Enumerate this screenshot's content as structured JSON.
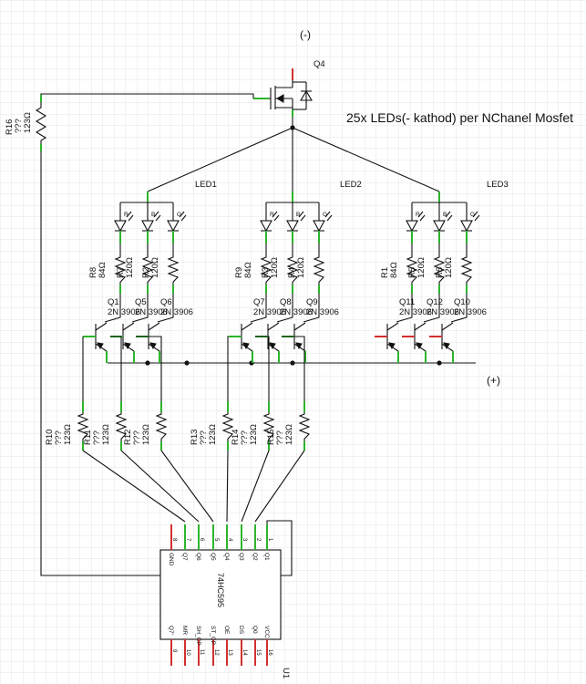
{
  "supply": {
    "minus": "(-)",
    "plus": "(+)"
  },
  "title": "25x LEDs(- kathod) per NChanel Mosfet",
  "mosfet": {
    "ref": "Q4"
  },
  "resistor_r16": {
    "ref": "R16",
    "part": "???",
    "value": "123Ω"
  },
  "led_groups": [
    {
      "label": "LED1"
    },
    {
      "label": "LED2"
    },
    {
      "label": "LED3"
    }
  ],
  "led_channels": [
    "R",
    "B",
    "G"
  ],
  "led_resistors": [
    {
      "ref": "R8",
      "value": "84Ω"
    },
    {
      "ref": "R7",
      "value": "120Ω"
    },
    {
      "ref": "R2",
      "value": "120Ω"
    },
    {
      "ref": "R9",
      "value": "84Ω"
    },
    {
      "ref": "R3",
      "value": "120Ω"
    },
    {
      "ref": "R4",
      "value": "120Ω"
    },
    {
      "ref": "R1",
      "value": "84Ω"
    },
    {
      "ref": "R5",
      "value": "120Ω"
    },
    {
      "ref": "R6",
      "value": "120Ω"
    }
  ],
  "transistors": [
    {
      "ref": "Q1",
      "part": "2N 3906"
    },
    {
      "ref": "Q5",
      "part": "2N 3906"
    },
    {
      "ref": "Q6",
      "part": "2N 3906"
    },
    {
      "ref": "Q7",
      "part": "2N 3906"
    },
    {
      "ref": "Q8",
      "part": "2N 3906"
    },
    {
      "ref": "Q9",
      "part": "2N 3906"
    },
    {
      "ref": "Q11",
      "part": "2N 3906"
    },
    {
      "ref": "Q12",
      "part": "2N 3906"
    },
    {
      "ref": "Q10",
      "part": "2N 3906"
    }
  ],
  "base_resistors": [
    {
      "ref": "R10",
      "part": "???",
      "value": "123Ω"
    },
    {
      "ref": "R11",
      "part": "???",
      "value": "123Ω"
    },
    {
      "ref": "R12",
      "part": "???",
      "value": "123Ω"
    },
    {
      "ref": "R13",
      "part": "???",
      "value": "123Ω"
    },
    {
      "ref": "R14",
      "part": "???",
      "value": "123Ω"
    },
    {
      "ref": "R15",
      "part": "???",
      "value": "123Ω"
    }
  ],
  "chip": {
    "ref": "U1",
    "name": "74HC595",
    "top_pins": [
      "GND",
      "Q7",
      "Q6",
      "Q5",
      "Q4",
      "Q3",
      "Q2",
      "Q1"
    ],
    "bottom_pins": [
      "Q7'",
      "MR",
      "SH_CP",
      "ST_CP",
      "OE",
      "DS",
      "Q0",
      "VCC"
    ],
    "top_pin_numbers": [
      "8",
      "7",
      "6",
      "5",
      "4",
      "3",
      "2",
      "1"
    ],
    "bottom_pin_numbers": [
      "9",
      "10",
      "11",
      "12",
      "13",
      "14",
      "15",
      "16"
    ]
  },
  "colors": {
    "wire": "#111111",
    "connected_pin": "#2db52d",
    "unconnected_pin": "#d23030",
    "grid": "#e4e4e4"
  }
}
